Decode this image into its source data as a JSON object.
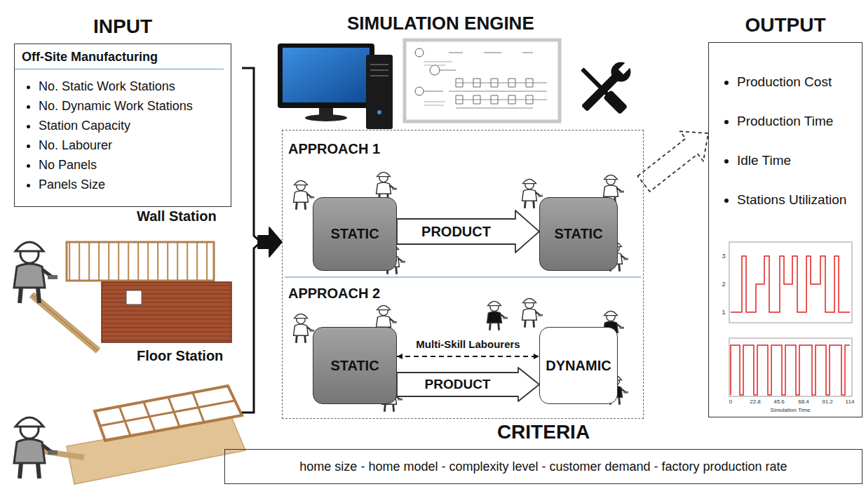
{
  "diagram": {
    "title": "SIMULATION ENGINE",
    "nodes": [
      {
        "text": [
          "INPUT",
          "Off-Site Manufacturing",
          "No. Static Work Stations",
          "No. Dynamic Work Stations",
          "Station Capacity",
          "No. Labourer",
          "No Panels",
          "Panels Size"
        ]
      },
      {
        "text": [
          "APPROACH 1",
          "APPROACH 2"
        ]
      },
      {
        "text": [
          "STATIC"
        ],
        "in": 1
      },
      {
        "text": [
          "STATIC"
        ],
        "in": 1
      },
      {
        "text": [
          "STATIC"
        ],
        "in": 1
      },
      {
        "text": [
          "DYNAMIC"
        ],
        "in": 1
      },
      {
        "text": [
          "OUTPUT",
          "Production Cost",
          "Production Time",
          "Idle Time",
          "Stations Utilization"
        ]
      },
      {
        "text": [
          "CRITERIA",
          "home size - home model - complexity level - customer demand - factory production rate"
        ]
      }
    ],
    "edges": [
      {
        "from": 0,
        "to": 1,
        "arrow": "to"
      },
      {
        "from": 1,
        "to": 6,
        "arrow": "to"
      },
      {
        "from": 2,
        "to": 3,
        "arrow": "to",
        "label": "PRODUCT"
      },
      {
        "from": 4,
        "to": 5,
        "arrow": "both",
        "label": "Multi-Skill Labourers"
      },
      {
        "from": 4,
        "to": 5,
        "arrow": "to",
        "label": "PRODUCT"
      }
    ],
    "labels": [
      "Wall Station",
      "Floor Station",
      "3",
      "2",
      "1",
      "0",
      "22.8",
      "45.6",
      "68.4",
      "91.2",
      "114",
      "Simulation Time"
    ]
  }
}
